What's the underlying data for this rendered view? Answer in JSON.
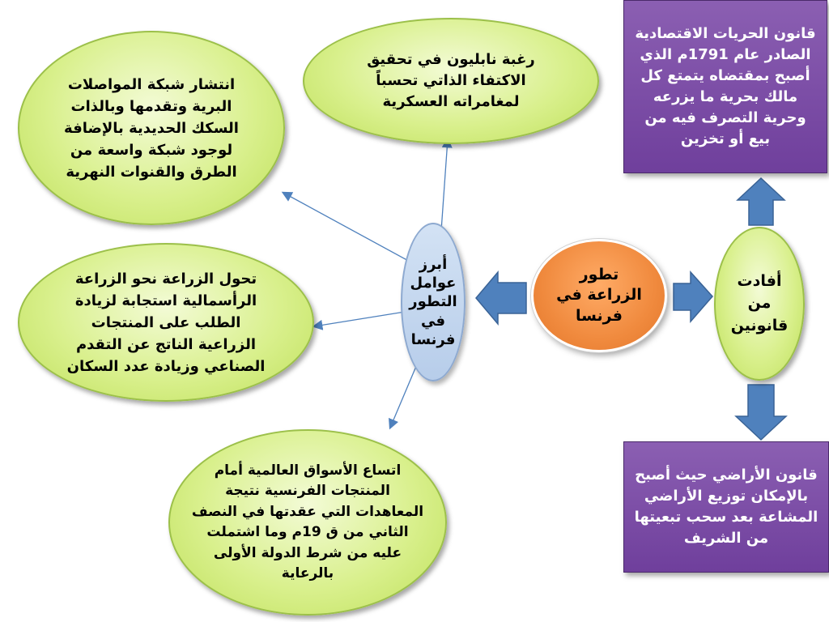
{
  "slide": {
    "center": "تطور\nالزراعة في\nفرنسا",
    "factors_title": "أبرز\nعوامل\nالتطور\nفي\nفرنسا",
    "benefit_title": "أفادت\nمن\nقانونين",
    "factor_napoleon": "رغبة نابليون في تحقيق\nالاكتفاء الذاتي تحسباً\nلمغامراته العسكرية",
    "factor_transport": "انتشار شبكة المواصلات\nالبرية وتقدمها وبالذات\nالسكك الحديدية بالإضافة\nلوجود شبكة واسعة من\nالطرق والقنوات النهرية",
    "factor_capitalist": "تحول الزراعة نحو الزراعة\nالرأسمالية استجابة لزيادة\nالطلب على المنتجات\nالزراعية الناتج عن التقدم\nالصناعي وزيادة عدد السكان",
    "factor_markets": "اتساع الأسواق العالمية أمام\nالمنتجات الفرنسية نتيجة\nالمعاهدات التي عقدتها في النصف\nالثاني من ق 19م وما اشتملت\nعليه من شرط الدولة الأولى\nبالرعاية",
    "law_1791": "قانون الحريات الاقتصادية\nالصادر عام 1791م الذي\nأصبح بمقتضاه يتمتع كل\nمالك بحرية ما يزرعه\nوحرية التصرف فيه من\nبيع أو تخزين",
    "law_land": "قانون الأراضي حيث أصبح\nبالإمكان توزيع الأراضي\nالمشاعة بعد سحب تبعيتها\nمن الشريف"
  },
  "colors": {
    "arrow_blue": "#4f81bd",
    "purple": "#7b4aa6",
    "orange": "#f08a3e",
    "green": "#d9f08d"
  }
}
